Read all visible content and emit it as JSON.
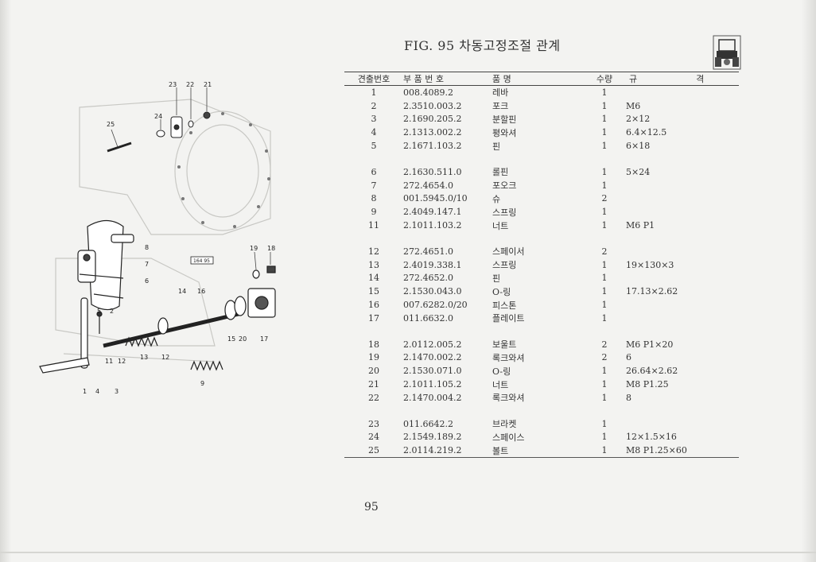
{
  "figure": {
    "title": "FIG. 95 차동고정조절 관계",
    "logo_icon": "tractor-icon"
  },
  "table": {
    "headers": {
      "no": "견출번호",
      "part_no": "부 품 번 호",
      "name": "품 명",
      "qty": "수량",
      "spec_left": "규",
      "spec_right": "격"
    },
    "rows": [
      {
        "no": "1",
        "part_no": "008.4089.2",
        "name": "레바",
        "qty": "1",
        "spec": ""
      },
      {
        "no": "2",
        "part_no": "2.3510.003.2",
        "name": "포크",
        "qty": "1",
        "spec": "M6"
      },
      {
        "no": "3",
        "part_no": "2.1690.205.2",
        "name": "분할핀",
        "qty": "1",
        "spec": "2×12"
      },
      {
        "no": "4",
        "part_no": "2.1313.002.2",
        "name": "평와셔",
        "qty": "1",
        "spec": "6.4×12.5"
      },
      {
        "no": "5",
        "part_no": "2.1671.103.2",
        "name": "핀",
        "qty": "1",
        "spec": "6×18"
      },
      {
        "no": "6",
        "part_no": "2.1630.511.0",
        "name": "롤핀",
        "qty": "1",
        "spec": "5×24"
      },
      {
        "no": "7",
        "part_no": "272.4654.0",
        "name": "포오크",
        "qty": "1",
        "spec": ""
      },
      {
        "no": "8",
        "part_no": "001.5945.0/10",
        "name": "슈",
        "qty": "2",
        "spec": ""
      },
      {
        "no": "9",
        "part_no": "2.4049.147.1",
        "name": "스프링",
        "qty": "1",
        "spec": ""
      },
      {
        "no": "11",
        "part_no": "2.1011.103.2",
        "name": "너트",
        "qty": "1",
        "spec": "M6  P1"
      },
      {
        "no": "12",
        "part_no": "272.4651.0",
        "name": "스페이서",
        "qty": "2",
        "spec": ""
      },
      {
        "no": "13",
        "part_no": "2.4019.338.1",
        "name": "스프링",
        "qty": "1",
        "spec": "19×130×3"
      },
      {
        "no": "14",
        "part_no": "272.4652.0",
        "name": "핀",
        "qty": "1",
        "spec": ""
      },
      {
        "no": "15",
        "part_no": "2.1530.043.0",
        "name": "O-링",
        "qty": "1",
        "spec": "17.13×2.62"
      },
      {
        "no": "16",
        "part_no": "007.6282.0/20",
        "name": "피스톤",
        "qty": "1",
        "spec": ""
      },
      {
        "no": "17",
        "part_no": "011.6632.0",
        "name": "플레이트",
        "qty": "1",
        "spec": ""
      },
      {
        "no": "18",
        "part_no": "2.0112.005.2",
        "name": "보울트",
        "qty": "2",
        "spec": "M6  P1×20"
      },
      {
        "no": "19",
        "part_no": "2.1470.002.2",
        "name": "록크와셔",
        "qty": "2",
        "spec": "6"
      },
      {
        "no": "20",
        "part_no": "2.1530.071.0",
        "name": "O-링",
        "qty": "1",
        "spec": "26.64×2.62"
      },
      {
        "no": "21",
        "part_no": "2.1011.105.2",
        "name": "너트",
        "qty": "1",
        "spec": "M8 P1.25"
      },
      {
        "no": "22",
        "part_no": "2.1470.004.2",
        "name": "록크와셔",
        "qty": "1",
        "spec": "8"
      },
      {
        "no": "23",
        "part_no": "011.6642.2",
        "name": "브라켓",
        "qty": "1",
        "spec": ""
      },
      {
        "no": "24",
        "part_no": "2.1549.189.2",
        "name": "스페이스",
        "qty": "1",
        "spec": "12×1.5×16"
      },
      {
        "no": "25",
        "part_no": "2.0114.219.2",
        "name": "볼트",
        "qty": "1",
        "spec": "M8 P1.25×60"
      }
    ]
  },
  "diagram": {
    "callouts": [
      "23",
      "22",
      "21",
      "24",
      "25",
      "19",
      "18",
      "8",
      "7",
      "6",
      "14",
      "16",
      "5",
      "2",
      "11",
      "12",
      "13",
      "12",
      "15",
      "20",
      "17",
      "9",
      "1",
      "4",
      "3"
    ],
    "ref_box": "164 95"
  },
  "page_number": "95"
}
